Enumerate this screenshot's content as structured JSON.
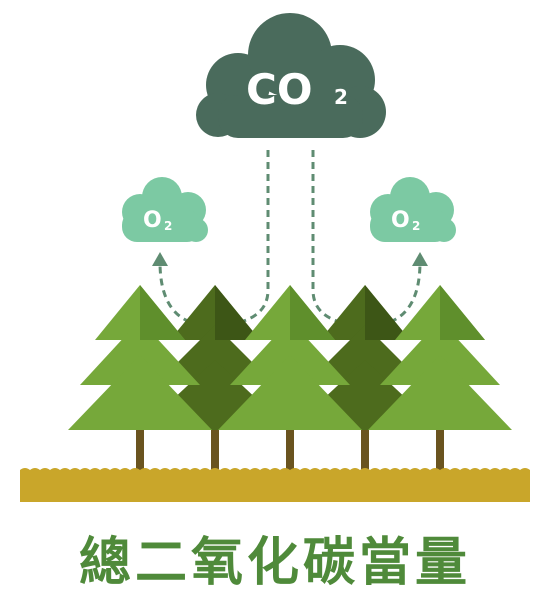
{
  "clouds": {
    "main": {
      "label": "CO",
      "subscript": "2",
      "color": "#4a6b5c"
    },
    "left": {
      "label": "O",
      "subscript": "2",
      "color": "#7cc9a3"
    },
    "right": {
      "label": "O",
      "subscript": "2",
      "color": "#7cc9a3"
    }
  },
  "colors": {
    "tree_light": "#76a83a",
    "tree_dark": "#4d6b1d",
    "trunk": "#6a5420",
    "ground": "#c9a62a",
    "arrow": "#5f8c72",
    "caption": "#4f8a3a"
  },
  "caption": "總二氧化碳當量"
}
